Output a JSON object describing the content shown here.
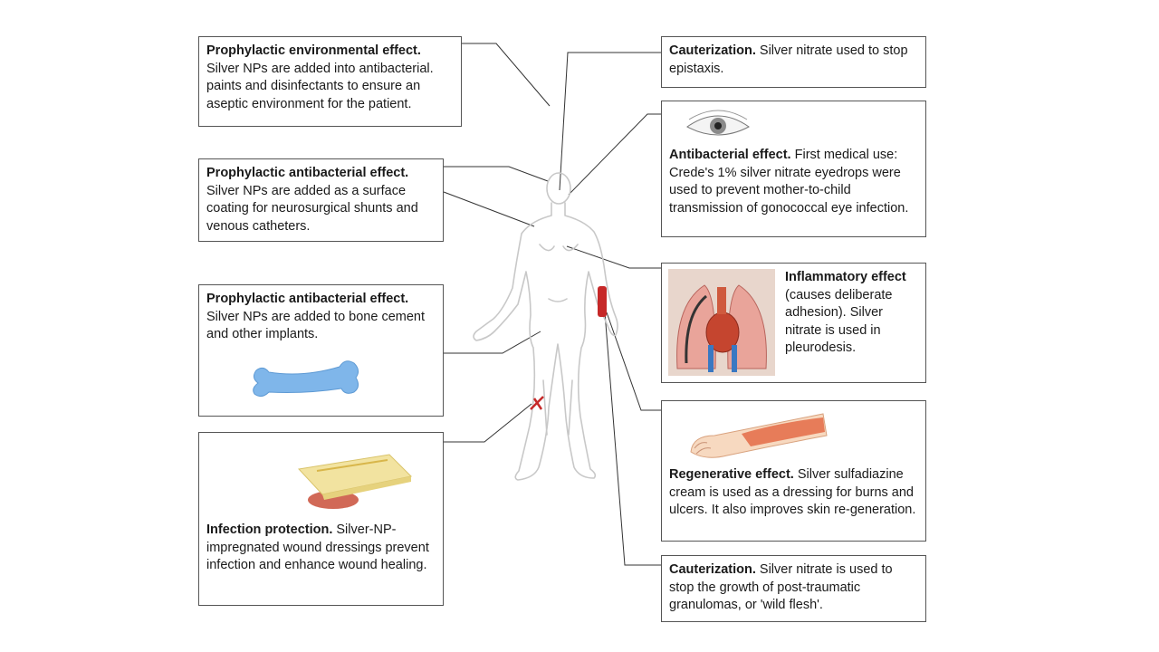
{
  "boxes": {
    "env": {
      "title": "Prophylactic environmental effect.",
      "text": "Silver NPs  are added into antibacterial. paints and disinfectants to ensure an aseptic environment for the patient."
    },
    "shunts": {
      "title": "Prophylactic antibacterial effect.",
      "text": "Silver NPs are added as a surface coating for neurosurgical shunts and venous catheters."
    },
    "bone": {
      "title": "Prophylactic antibacterial effect.",
      "text": "Silver NPs are added to bone cement and other implants."
    },
    "wound": {
      "title": "Infection protection.",
      "text": "Silver-NP-impregnated wound dressings prevent infection and enhance wound healing."
    },
    "epistaxis": {
      "title": "Cauterization.",
      "text": "Silver nitrate used to stop epistaxis."
    },
    "eye": {
      "title": "Antibacterial effect.",
      "text": "First medical use: Crede's 1% silver nitrate eyedrops were used to prevent mother-to-child transmission of gonococcal eye infection."
    },
    "pleuro": {
      "title": "Inflammatory effect",
      "text": "(causes deliberate adhesion).  Silver nitrate is used in pleurodesis."
    },
    "regen": {
      "title": "Regenerative effect.",
      "text": "Silver sulfadiazine cream is used as a dressing for burns and ulcers.  It also improves skin re-generation."
    },
    "granuloma": {
      "title": "Cauterization.",
      "text": " Silver nitrate is used to stop the growth of post-traumatic granulomas, or 'wild flesh'."
    }
  },
  "colors": {
    "border": "#555555",
    "line": "#333333",
    "body_outline": "#c8c8c8",
    "bone": "#7fb6ea",
    "marker": "#c62828"
  }
}
